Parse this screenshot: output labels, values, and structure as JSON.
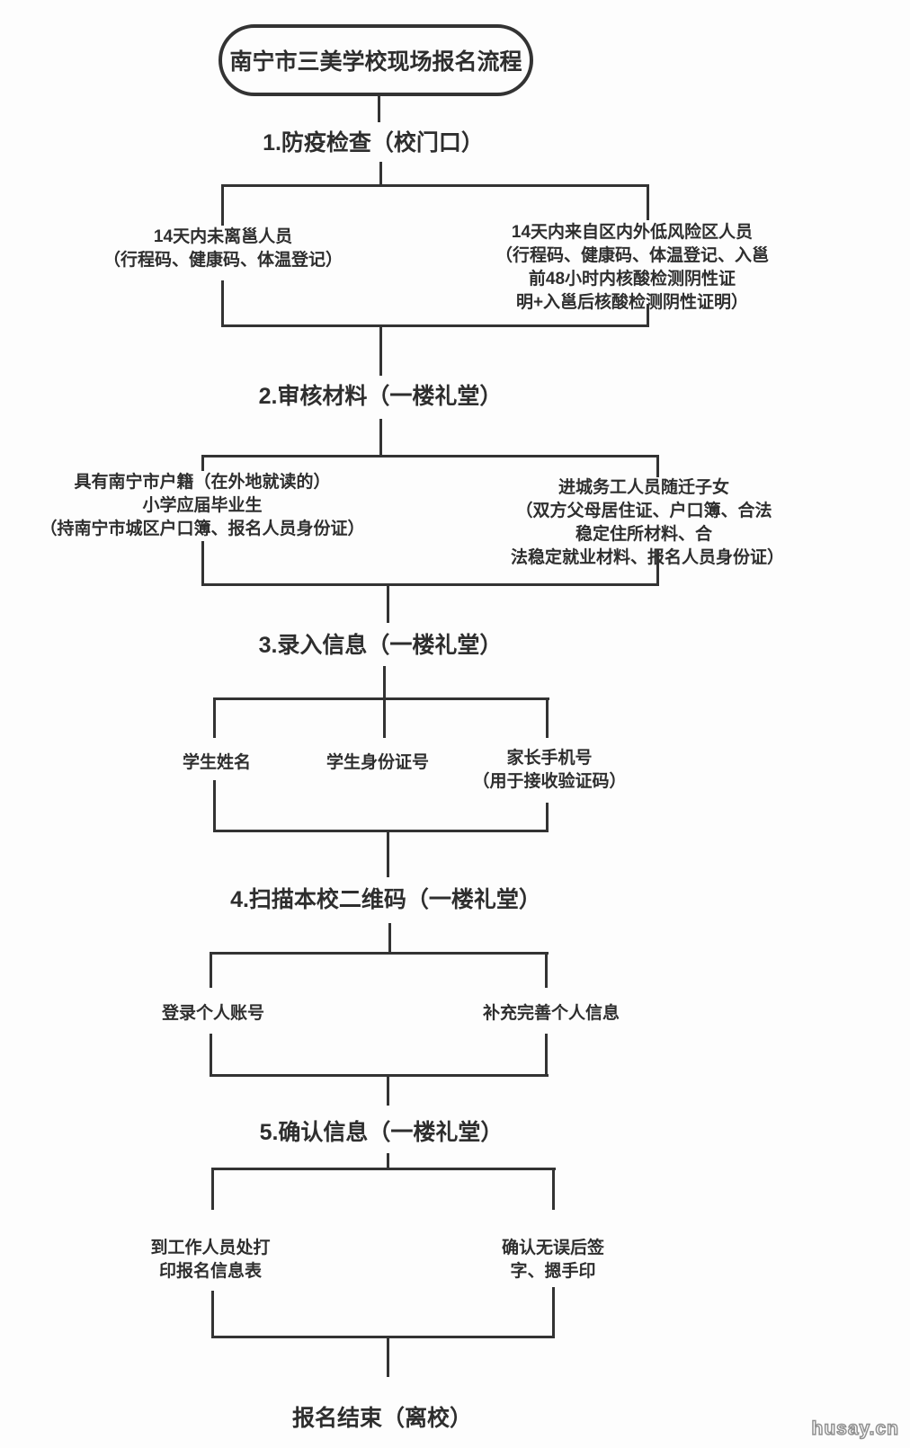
{
  "title": "南宁市三美学校现场报名流程",
  "steps": [
    {
      "heading": "1.防疫检查（校门口）",
      "branches": [
        {
          "label": "14天内未离邕人员\n（行程码、健康码、体温登记）"
        },
        {
          "label": "14天内来自区内外低风险区人员\n（行程码、健康码、体温登记、入邕前48小时内核酸检测阴性证\n明+入邕后核酸检测阴性证明）"
        }
      ]
    },
    {
      "heading": "2.审核材料（一楼礼堂）",
      "branches": [
        {
          "label": "具有南宁市户籍（在外地就读的）\n小学应届毕业生\n（持南宁市城区户口簿、报名人员身份证）"
        },
        {
          "label": "进城务工人员随迁子女\n（双方父母居住证、户口簿、合法稳定住所材料、合\n法稳定就业材料、报名人员身份证）"
        }
      ]
    },
    {
      "heading": "3.录入信息（一楼礼堂）",
      "branches": [
        {
          "label": "学生姓名"
        },
        {
          "label": "学生身份证号"
        },
        {
          "label": "家长手机号\n（用于接收验证码）"
        }
      ]
    },
    {
      "heading": "4.扫描本校二维码（一楼礼堂）",
      "branches": [
        {
          "label": "登录个人账号"
        },
        {
          "label": "补充完善个人信息"
        }
      ]
    },
    {
      "heading": "5.确认信息（一楼礼堂）",
      "branches": [
        {
          "label": "到工作人员处打\n印报名信息表"
        },
        {
          "label": "确认无误后签\n字、摁手印"
        }
      ]
    }
  ],
  "end_label": "报名结束（离校）",
  "watermark": "husay.cn",
  "colors": {
    "line": "#333333",
    "text": "#2e2e2e",
    "background": "#fdfdfd"
  }
}
